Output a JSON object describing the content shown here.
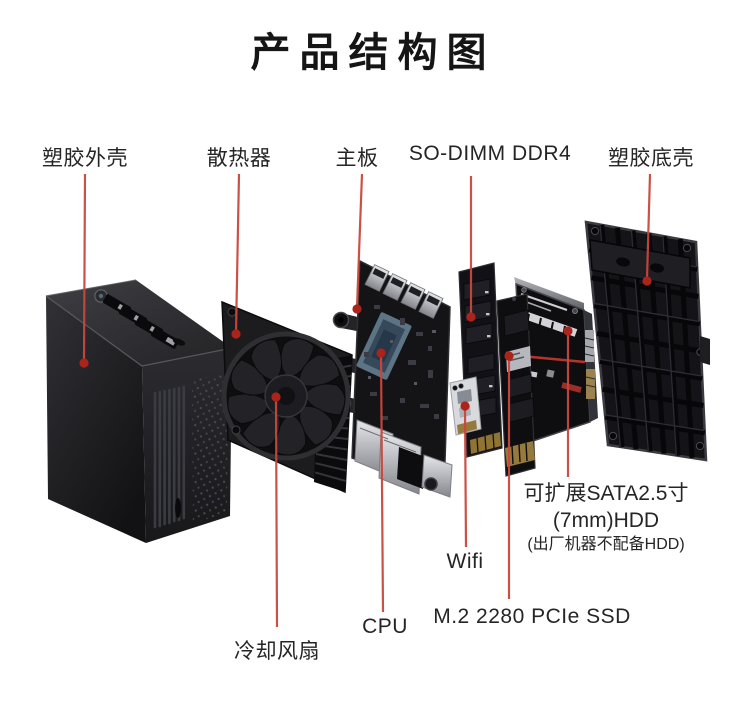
{
  "title": "产品结构图",
  "colors": {
    "background": "#ffffff",
    "leader_line": "#c9473d",
    "leader_dot": "#ab241c",
    "label_text": "#252525",
    "accent_red": "#b5342b"
  },
  "labels": {
    "case": "塑胶外壳",
    "heatsink": "散热器",
    "motherboard": "主板",
    "ram": "SO-DIMM DDR4",
    "bottom_shell": "塑胶底壳",
    "fan": "冷却风扇",
    "cpu": "CPU",
    "wifi": "Wifi",
    "m2_ssd": "M.2 2280 PCIe SSD",
    "sata_hdd_line1": "可扩展SATA2.5寸",
    "sata_hdd_line2": "(7mm)HDD",
    "sata_hdd_note": "(出厂机器不配备HDD)"
  }
}
